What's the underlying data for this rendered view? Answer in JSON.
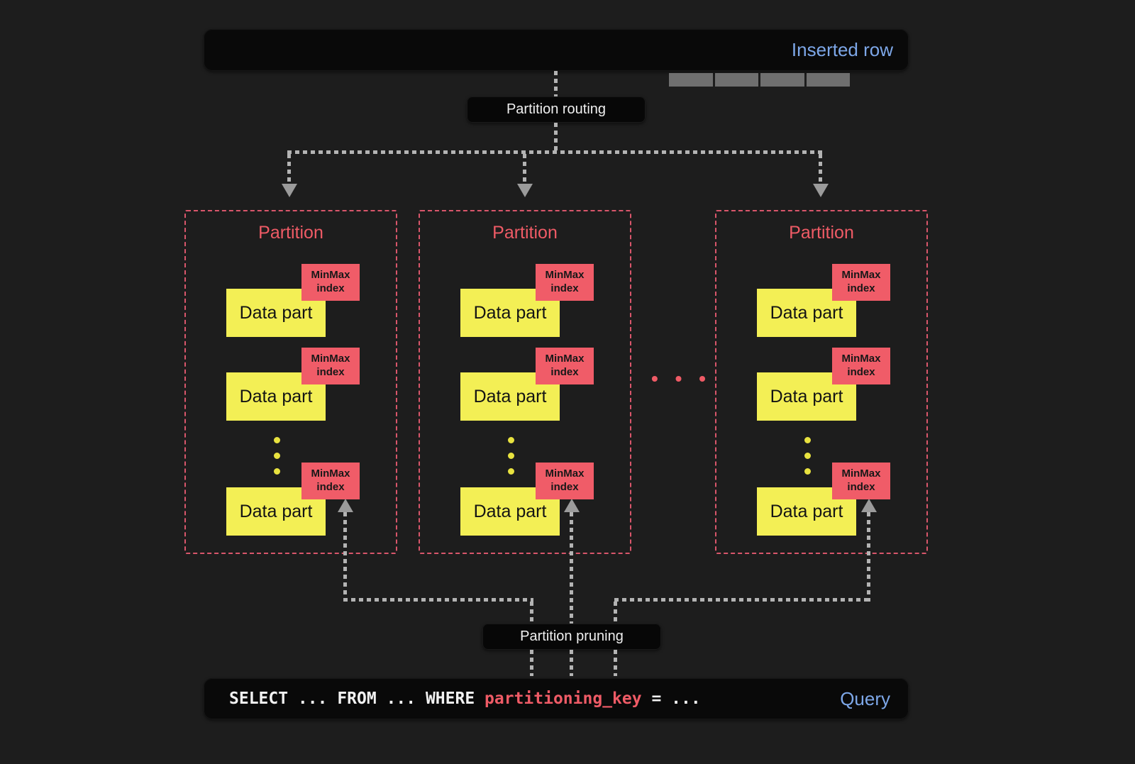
{
  "colors": {
    "background": "#1d1d1d",
    "panel": "#090909",
    "accent_blue": "#7da7e8",
    "accent_pink": "#ef5b66",
    "accent_yellow": "#f3ef55",
    "line_gray": "#b3b3b3"
  },
  "inserted_row": {
    "label": "Inserted row",
    "cell_count": 4
  },
  "partition_routing": {
    "label": "Partition routing"
  },
  "partition_pruning": {
    "label": "Partition pruning"
  },
  "ellipsis": "• • •",
  "partitions": [
    {
      "title": "Partition",
      "parts": [
        {
          "label": "Data part",
          "index_label": "MinMax index"
        },
        {
          "label": "Data part",
          "index_label": "MinMax index"
        },
        {
          "label": "Data part",
          "index_label": "MinMax index"
        }
      ]
    },
    {
      "title": "Partition",
      "parts": [
        {
          "label": "Data part",
          "index_label": "MinMax index"
        },
        {
          "label": "Data part",
          "index_label": "MinMax index"
        },
        {
          "label": "Data part",
          "index_label": "MinMax index"
        }
      ]
    },
    {
      "title": "Partition",
      "parts": [
        {
          "label": "Data part",
          "index_label": "MinMax index"
        },
        {
          "label": "Data part",
          "index_label": "MinMax index"
        },
        {
          "label": "Data part",
          "index_label": "MinMax index"
        }
      ]
    }
  ],
  "query": {
    "prefix": "SELECT ... FROM ... WHERE ",
    "key": "partitioning_key",
    "suffix": " = ...",
    "label": "Query"
  }
}
